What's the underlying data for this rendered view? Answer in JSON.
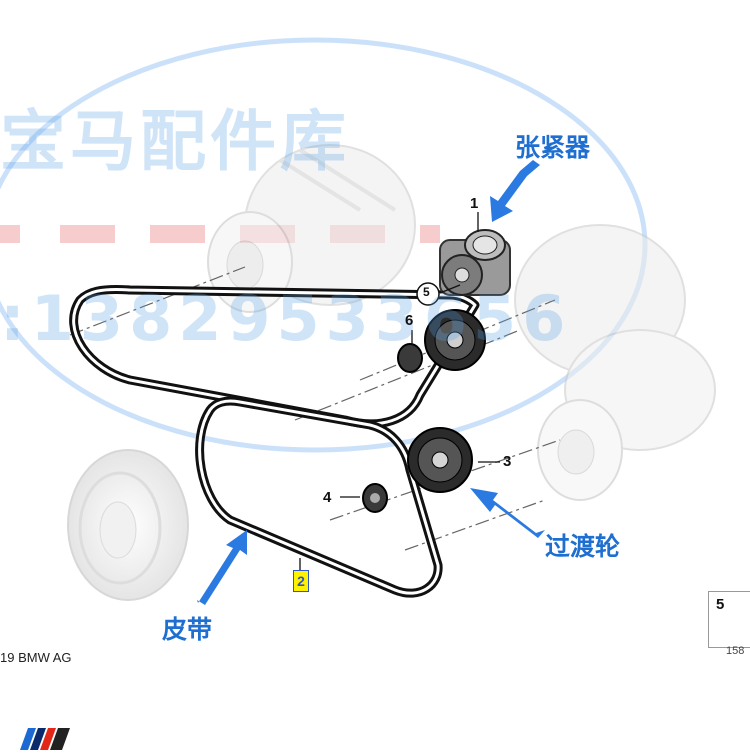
{
  "watermark": {
    "shop_name": "宝马配件库",
    "phone": ":13829533656"
  },
  "callouts": {
    "tensioner": "张紧器",
    "idler_pulley": "过渡轮",
    "belt": "皮带"
  },
  "part_numbers": {
    "n1": "1",
    "n2": "2",
    "n3": "3",
    "n4": "4",
    "n5": "5",
    "n6": "6"
  },
  "inset": {
    "number": "5",
    "code": "158"
  },
  "copyright": "19 BMW AG",
  "colors": {
    "callout_blue": "#1f6fd1",
    "arrow_blue": "#2a7ae2",
    "watermark_blue": "#5aa2e8",
    "watermark_dash": "#f2a3a3",
    "highlight_yellow": "#fff200",
    "belt_black": "#111111"
  }
}
